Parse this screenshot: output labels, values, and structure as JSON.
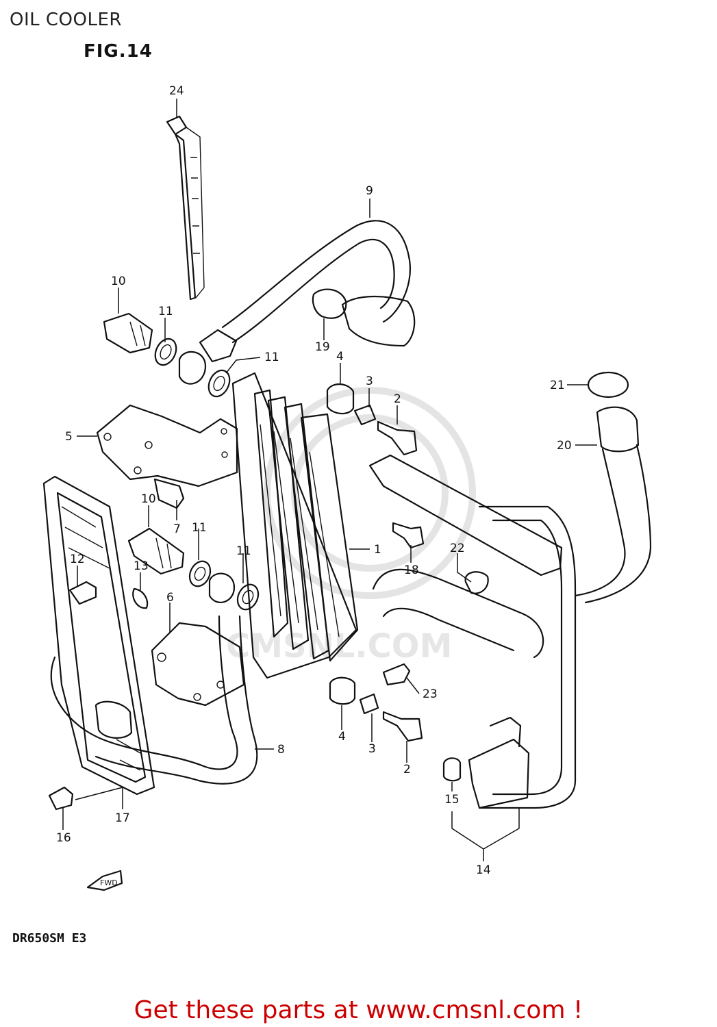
{
  "header": {
    "title": "OIL COOLER",
    "figure": "FIG.14"
  },
  "model_code": "DR650SM E3",
  "footer_text": "Get these parts at www.cmsnl.com !",
  "watermark": {
    "text": "CMSNL.COM",
    "color": "#e4e4e4"
  },
  "fwd_arrow": {
    "label": "FWD",
    "icon": "arrow-left-icon"
  },
  "callouts": [
    {
      "ref": "1",
      "part": "oil-cooler"
    },
    {
      "ref": "2",
      "part": "bolt"
    },
    {
      "ref": "3",
      "part": "collar"
    },
    {
      "ref": "4",
      "part": "cushion"
    },
    {
      "ref": "5",
      "part": "bracket-upper"
    },
    {
      "ref": "6",
      "part": "bracket-lower"
    },
    {
      "ref": "7",
      "part": "bolt"
    },
    {
      "ref": "8",
      "part": "hose-lower"
    },
    {
      "ref": "9",
      "part": "hose-upper"
    },
    {
      "ref": "10",
      "part": "union-bolt"
    },
    {
      "ref": "11",
      "part": "gasket"
    },
    {
      "ref": "12",
      "part": "bolt"
    },
    {
      "ref": "13",
      "part": "clamp"
    },
    {
      "ref": "14",
      "part": "pipe-assy"
    },
    {
      "ref": "15",
      "part": "cap"
    },
    {
      "ref": "16",
      "part": "bolt"
    },
    {
      "ref": "17",
      "part": "guard"
    },
    {
      "ref": "18",
      "part": "bolt"
    },
    {
      "ref": "19",
      "part": "clamp"
    },
    {
      "ref": "20",
      "part": "pipe"
    },
    {
      "ref": "21",
      "part": "o-ring"
    },
    {
      "ref": "22",
      "part": "clamp"
    },
    {
      "ref": "23",
      "part": "bolt"
    },
    {
      "ref": "24",
      "part": "cable-tie"
    }
  ],
  "colors": {
    "line": "#111111",
    "footer": "#cc0000"
  }
}
